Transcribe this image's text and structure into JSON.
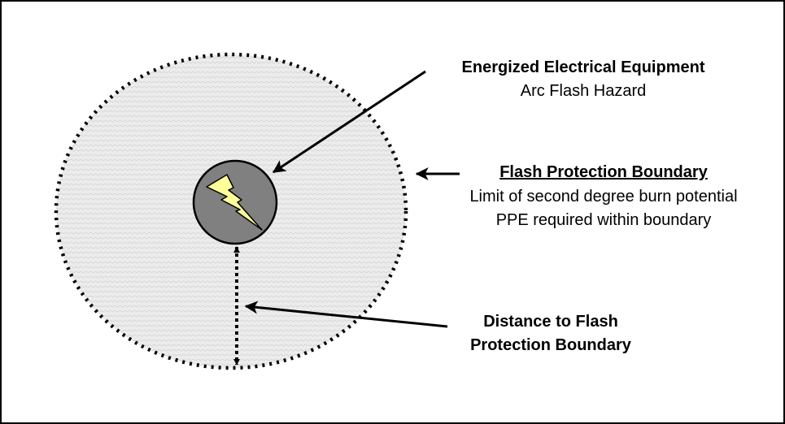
{
  "equipment": {
    "title": "Energized Electrical Equipment",
    "subtitle": "Arc Flash Hazard"
  },
  "boundary": {
    "title": "Flash Protection Boundary",
    "line1": "Limit of second degree burn potential",
    "line2": "PPE required within boundary"
  },
  "distance": {
    "line1": "Distance to Flash",
    "line2": "Protection Boundary"
  },
  "colors": {
    "boundary_fill": "#e6e6e6",
    "equipment_fill": "#808080",
    "bolt_fill": "#ffff99",
    "stroke": "#000000"
  },
  "icons": {
    "bolt": "lightning-bolt-icon"
  }
}
